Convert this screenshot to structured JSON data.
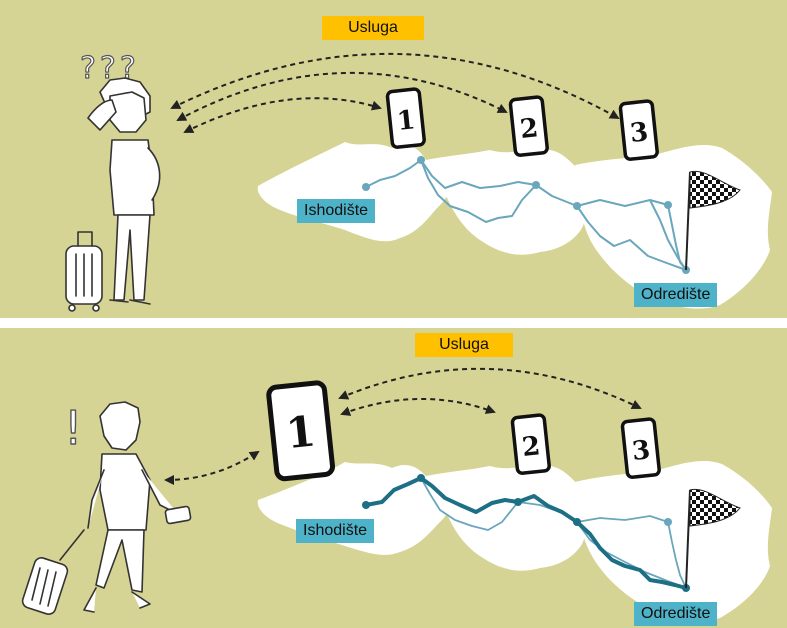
{
  "colors": {
    "background": "#d6d494",
    "region": "#ffffff",
    "service_label": "#ffc000",
    "place_label": "#4eb3c8",
    "route_dark": "#1c6f84",
    "route_light": "#6aa6bc"
  },
  "panels": [
    {
      "id": "top",
      "service_label": "Usluga",
      "origin_label": "Ishodište",
      "destination_label": "Odredište",
      "phones": [
        "1",
        "2",
        "3"
      ],
      "person_mark": "???"
    },
    {
      "id": "bottom",
      "service_label": "Usluga",
      "origin_label": "Ishodište",
      "destination_label": "Odredište",
      "phones": [
        "1",
        "2",
        "3"
      ],
      "person_mark": "!"
    }
  ]
}
